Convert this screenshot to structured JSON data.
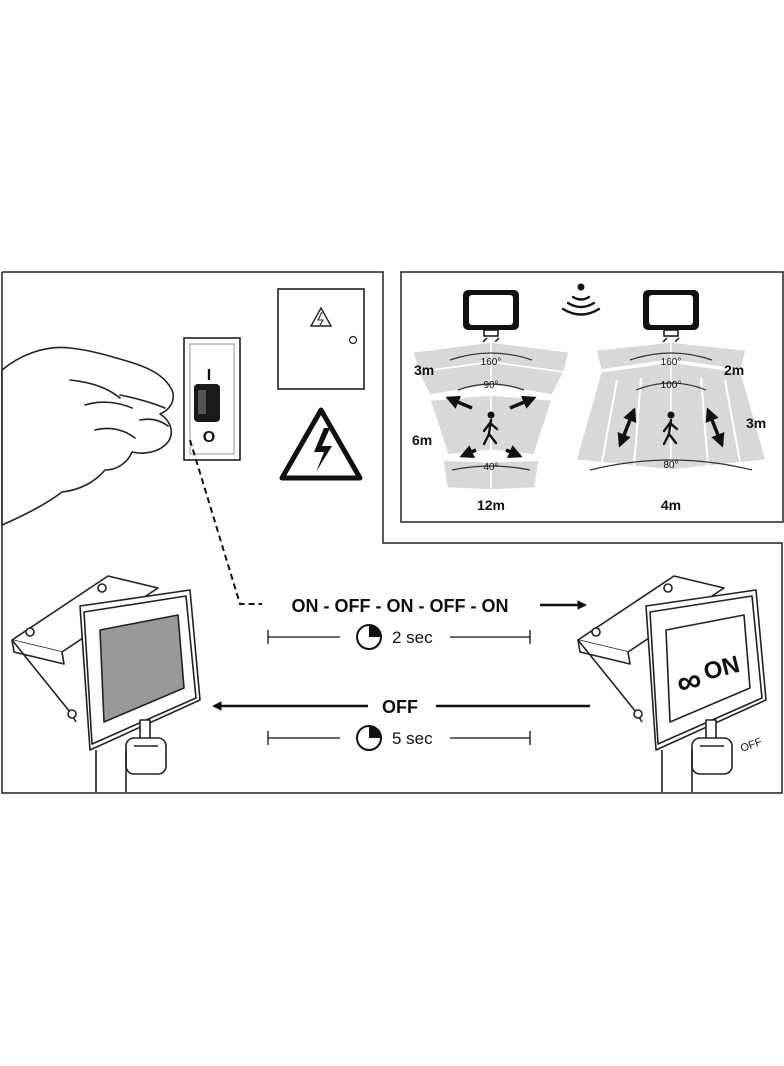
{
  "switch": {
    "on_symbol": "I",
    "off_symbol": "O"
  },
  "icons": [
    "hand-icon",
    "wall-switch-icon",
    "electrical-box-icon",
    "high-voltage-warning-icon",
    "motion-waves-icon",
    "walking-person-icon",
    "timer-icon"
  ],
  "detection": {
    "left": {
      "outer_angle": "160°",
      "mid_angle": "90°",
      "inner_angle": "40°",
      "label_height": "3m",
      "label_side": "6m",
      "label_bottom": "12m"
    },
    "right": {
      "outer_angle": "160°",
      "mid_angle": "100°",
      "inner_angle": "80°",
      "label_height": "2m",
      "label_side": "3m",
      "label_bottom": "4m"
    }
  },
  "sequence": {
    "toggle_text": "ON - OFF - ON - OFF - ON",
    "toggle_time": "2 sec",
    "off_text": "OFF",
    "off_time": "5 sec"
  },
  "floodlight": {
    "on_display": "ON",
    "infinity_symbol": "∞",
    "sensor_label": "OFF"
  }
}
